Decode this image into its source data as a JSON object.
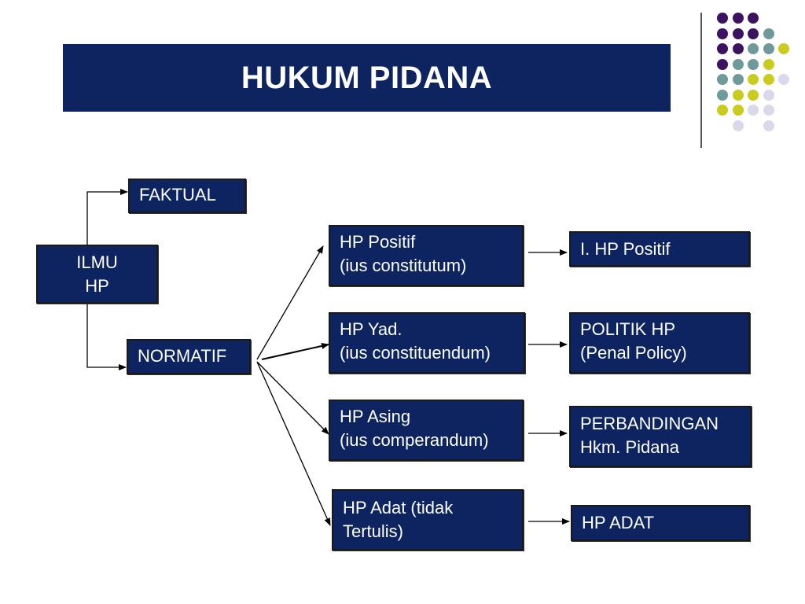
{
  "title": "HUKUM PIDANA",
  "colors": {
    "box_fill": "#0d2461",
    "title_bar": "#0d2461",
    "dot_purple": "#3c1361",
    "dot_teal": "#6f9a9a",
    "dot_yellow": "#c9cc1e",
    "dot_lavender": "#d9d9ea"
  },
  "nodes": {
    "ilmu": {
      "line1": "ILMU",
      "line2": "HP"
    },
    "faktual": {
      "label": "FAKTUAL"
    },
    "normatif": {
      "label": "NORMATIF"
    },
    "hp_positif": {
      "line1": "HP Positif",
      "line2": "(ius constitutum)"
    },
    "hp_yad": {
      "line1": "HP Yad.",
      "line2": "(ius constituendum)"
    },
    "hp_asing": {
      "line1": "HP Asing",
      "line2": "(ius comperandum)"
    },
    "hp_adat": {
      "line1": "HP Adat (tidak",
      "line2": "Tertulis)"
    },
    "i_hp_positif": {
      "label": "I. HP Positif"
    },
    "politik_hp": {
      "line1": "POLITIK HP",
      "line2": "(Penal Policy)"
    },
    "perbandingan": {
      "line1": "PERBANDINGAN",
      "line2": "Hkm. Pidana"
    },
    "hp_adat_result": {
      "label": "HP ADAT"
    }
  },
  "decor_dots": [
    [
      "purple",
      "purple",
      "purple",
      "none",
      "none"
    ],
    [
      "purple",
      "purple",
      "purple",
      "teal",
      "none"
    ],
    [
      "purple",
      "purple",
      "teal",
      "teal",
      "yellow"
    ],
    [
      "purple",
      "teal",
      "teal",
      "yellow",
      "none"
    ],
    [
      "teal",
      "teal",
      "yellow",
      "yellow",
      "lavender"
    ],
    [
      "teal",
      "yellow",
      "yellow",
      "lavender",
      "none"
    ],
    [
      "yellow",
      "yellow",
      "lavender",
      "lavender",
      "none"
    ],
    [
      "none",
      "lavender",
      "none",
      "lavender",
      "none"
    ]
  ]
}
